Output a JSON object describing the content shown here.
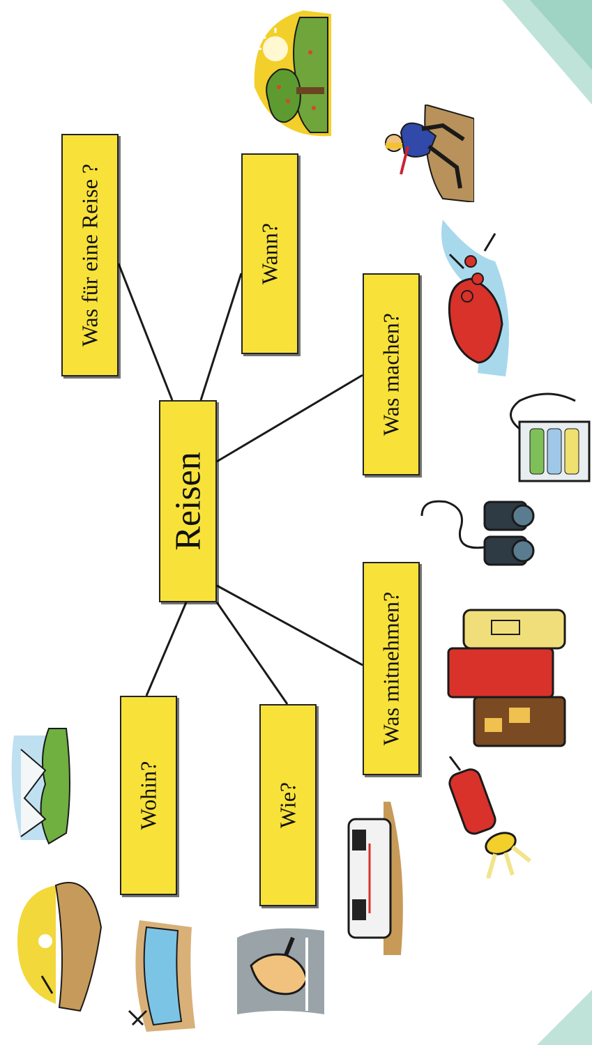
{
  "mindmap": {
    "center": "Reisen",
    "branches": {
      "art": "Was für eine Reise ?",
      "wann": "Wann?",
      "machen": "Was machen?",
      "mitnehmen": "Was mitnehmen?",
      "wohin": "Wohin?",
      "wie": "Wie?"
    }
  },
  "colors": {
    "box_fill": "#f8e23a",
    "box_border": "#222222",
    "corner_teal": "#9fd3c4"
  },
  "illustrations": [
    "sunny-tree-icon",
    "climber-icon",
    "rafting-boat-icon",
    "toiletry-bag-icon",
    "binoculars-icon",
    "luggage-icon",
    "flashlight-icon",
    "mountains-icon",
    "desert-sun-icon",
    "lake-shore-icon",
    "camper-van-icon",
    "hitchhiking-hand-icon"
  ]
}
